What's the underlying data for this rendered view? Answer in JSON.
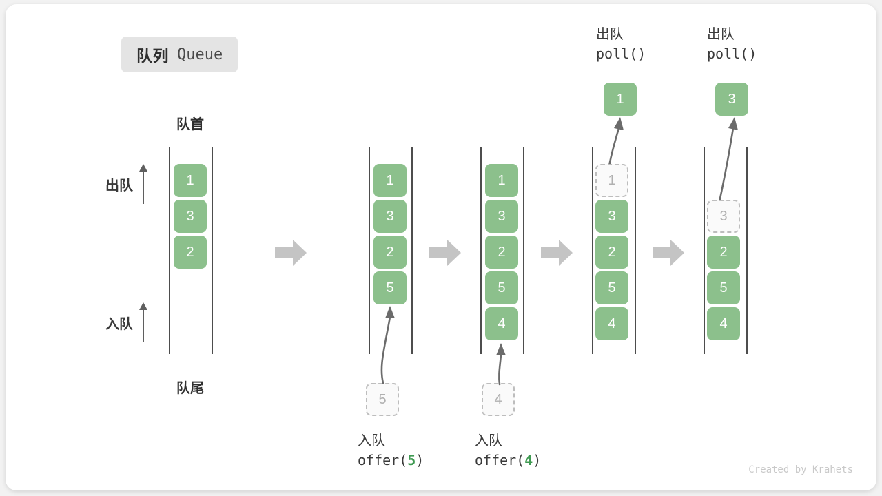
{
  "title": {
    "cn": "队列",
    "en": "Queue"
  },
  "labels": {
    "head": "队首",
    "tail": "队尾",
    "dequeue": "出队",
    "enqueue": "入队"
  },
  "colors": {
    "cell_green": "#8cc08c",
    "cell_text": "#ffffff",
    "ghost_border": "#bdbdbd",
    "ghost_text": "#b0b0b0",
    "rail": "#4d4d4d",
    "step_arrow": "#c4c4c4",
    "code_number": "#3f9a52",
    "badge_bg": "#e4e4e4",
    "card_bg": "#ffffff",
    "page_bg": "#f2f2f2"
  },
  "stages": [
    {
      "id": "initial",
      "cells": [
        "1",
        "3",
        "2"
      ],
      "ghost": null,
      "side_ops": [
        {
          "name": "dequeue",
          "label": "出队"
        },
        {
          "name": "enqueue",
          "label": "入队"
        }
      ]
    },
    {
      "id": "offer-5",
      "cells": [
        "1",
        "3",
        "2",
        "5"
      ],
      "ghost": {
        "value": "5",
        "position": "below"
      },
      "caption": {
        "cn": "入队",
        "code_prefix": "offer(",
        "code_value": "5",
        "code_suffix": ")"
      }
    },
    {
      "id": "offer-4",
      "cells": [
        "1",
        "3",
        "2",
        "5",
        "4"
      ],
      "ghost": {
        "value": "4",
        "position": "below"
      },
      "caption": {
        "cn": "入队",
        "code_prefix": "offer(",
        "code_value": "4",
        "code_suffix": ")"
      }
    },
    {
      "id": "poll-1",
      "cells": [
        "3",
        "2",
        "5",
        "4"
      ],
      "ghost": {
        "value": "1",
        "position": "top-slot"
      },
      "result": "1",
      "caption": {
        "cn": "出队",
        "code": "poll()"
      }
    },
    {
      "id": "poll-3",
      "cells": [
        "2",
        "5",
        "4"
      ],
      "ghost": {
        "value": "3",
        "position": "second-slot"
      },
      "result": "3",
      "caption": {
        "cn": "出队",
        "code": "poll()"
      }
    }
  ],
  "step_arrows": 4,
  "credit": "Created by Krahets"
}
